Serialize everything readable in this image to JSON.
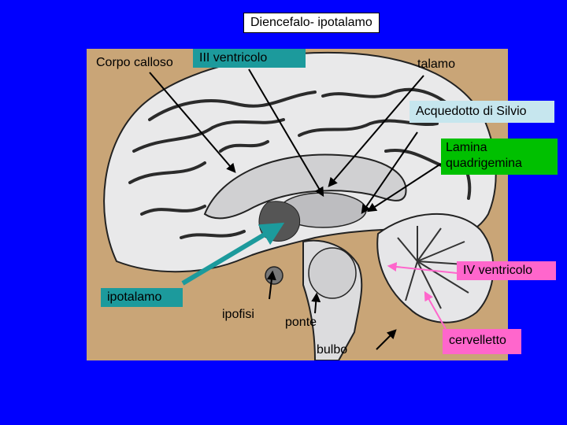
{
  "labels": {
    "title": "Diencefalo- ipotalamo",
    "corpo_calloso": "Corpo calloso",
    "terzo_ventricolo": "III ventricolo",
    "talamo": "talamo",
    "acquedotto": "Acquedotto di Silvio",
    "lamina_1": "Lamina",
    "lamina_2": "quadrigemina",
    "quarto_ventricolo": "IV ventricolo",
    "ipotalamo": "ipotalamo",
    "ipofisi": "ipofisi",
    "ponte": "ponte",
    "bulbo": "bulbo",
    "cervelletto": "cervelletto"
  },
  "colors": {
    "background": "#0000ff",
    "photo_paper": "#c9a577",
    "brain_tissue": "#e9e9ea",
    "sulci": "#2b2b2b",
    "teal_arrow": "#1c9a9c",
    "pink_arrow": "#ff66cc",
    "label_white": "#ffffff",
    "label_green": "#00c000",
    "label_light": "#c6e6ee"
  }
}
